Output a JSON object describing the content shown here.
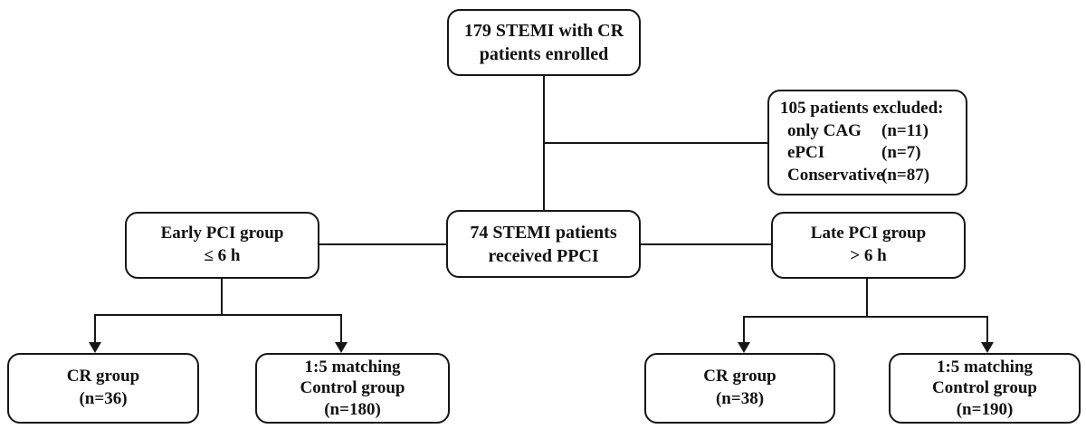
{
  "diagram_title": "STEMI with CR patient enrollment flowchart",
  "colors": {
    "line": "#161616",
    "background": "#ffffff",
    "text": "#111111"
  },
  "boxes": {
    "enrolled": {
      "line1": "179 STEMI with CR",
      "line2": "patients enrolled"
    },
    "excluded": {
      "header": "105 patients excluded:",
      "rows": [
        {
          "label": "only CAG",
          "value": "(n=11)"
        },
        {
          "label": "ePCI",
          "value": "(n=7)"
        },
        {
          "label": "Conservative",
          "value": "(n=87)"
        }
      ]
    },
    "ppci": {
      "line1": "74 STEMI patients",
      "line2": "received PPCI"
    },
    "early": {
      "line1": "Early PCI group",
      "line2": "≤ 6 h"
    },
    "late": {
      "line1": "Late PCI group",
      "line2": "> 6 h"
    },
    "early_cr": {
      "line1": "CR group",
      "line2": "(n=36)"
    },
    "early_control": {
      "line1": "1:5 matching",
      "line2": "Control group",
      "line3": "(n=180)"
    },
    "late_cr": {
      "line1": "CR group",
      "line2": "(n=38)"
    },
    "late_control": {
      "line1": "1:5 matching",
      "line2": "Control group",
      "line3": "(n=190)"
    }
  }
}
